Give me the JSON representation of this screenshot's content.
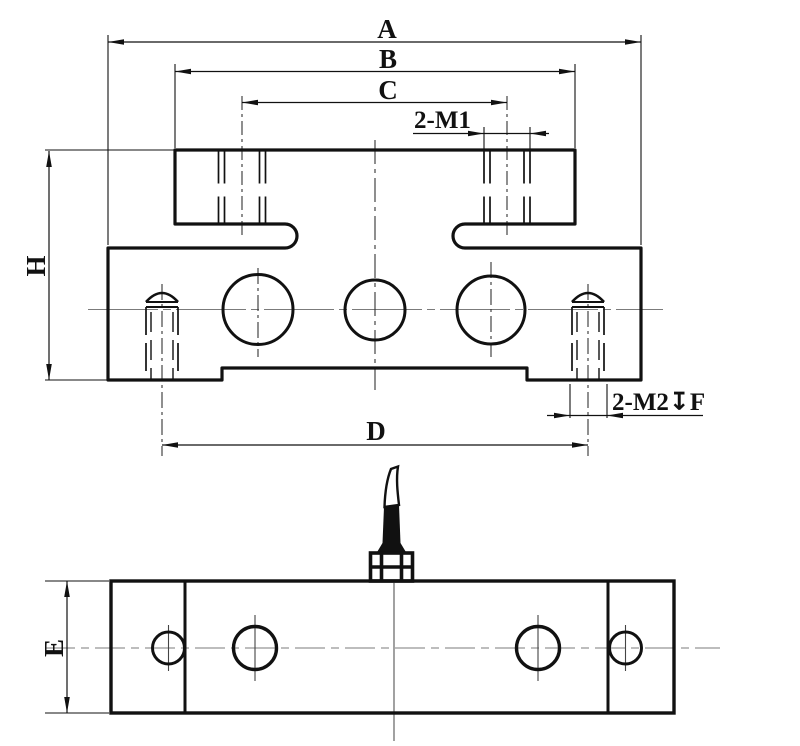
{
  "drawing": {
    "title": "load cell outline dimension drawing",
    "colors": {
      "background": "#ffffff",
      "outline": "#111111",
      "centerline": "#7b7b7b"
    },
    "front_view": {
      "dim_width_overall": "A",
      "dim_width_top_plate": "B",
      "dim_thread_spacing_top": "C",
      "dim_thread_spacing_bottom": "D",
      "dim_height": "H",
      "thread_callout_top": "2-M1",
      "thread_callout_bottom": "2-M2↧F"
    },
    "side_view": {
      "dim_thickness": "E"
    }
  }
}
